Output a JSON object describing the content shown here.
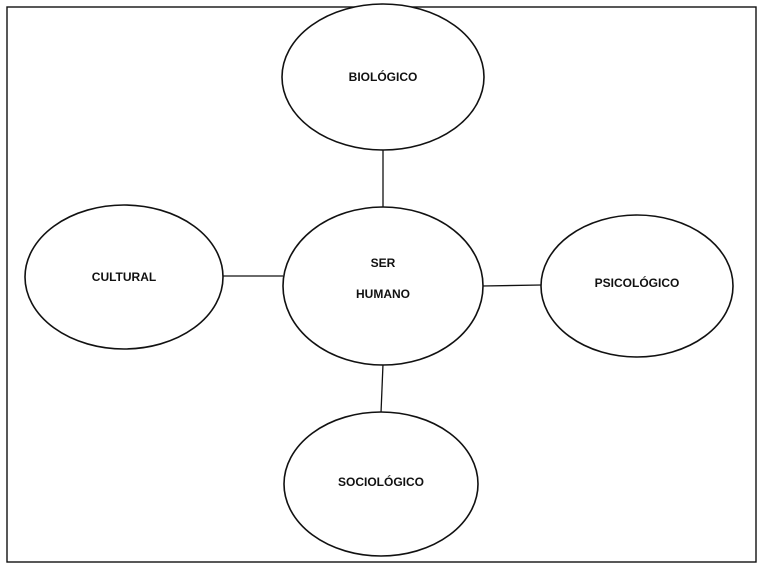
{
  "diagram": {
    "center": {
      "line1": "SER",
      "line2": "HUMANO"
    },
    "nodes": {
      "top": "BIOLÓGICO",
      "left": "CULTURAL",
      "right": "PSICOLÓGICO",
      "bottom": "SOCIOLÓGICO"
    }
  }
}
